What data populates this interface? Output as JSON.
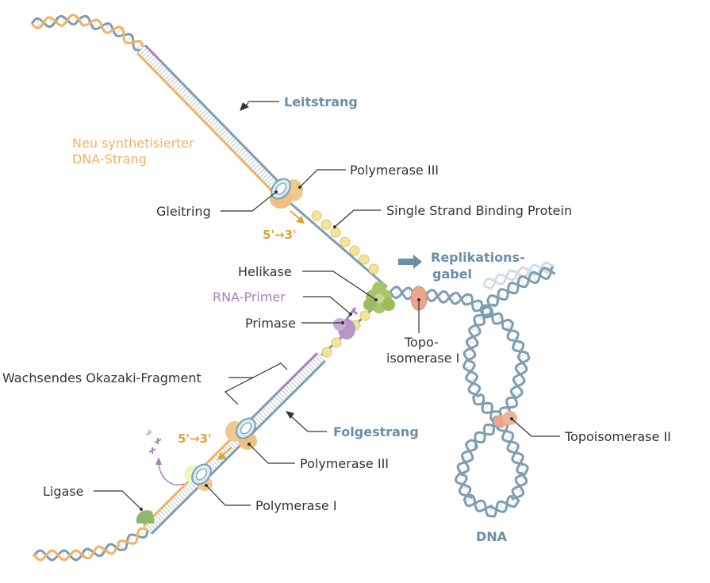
{
  "labels": {
    "leitstrang": "Leitstrang",
    "neu_line1": "Neu synthetisierter",
    "neu_line2": "DNA-Strang",
    "polymerase_iii_top": "Polymerase III",
    "gleitring": "Gleitring",
    "ssb": "Single Strand Binding Protein",
    "direction_top": "5'→3'",
    "replikation_line1": "Replikations-",
    "replikation_line2": "gabel",
    "helikase": "Helikase",
    "rna_primer": "RNA-Primer",
    "primase": "Primase",
    "topo_i_line1": "Topo-",
    "topo_i_line2": "isomerase I",
    "okazaki": "Wachsendes Okazaki-Fragment",
    "folgestrang": "Folgestrang",
    "direction_bottom": "5'→3'",
    "polymerase_iii_bottom": "Polymerase III",
    "topo_ii": "Topoisomerase II",
    "ligase": "Ligase",
    "polymerase_i": "Polymerase I",
    "dna": "DNA"
  },
  "colors": {
    "strand_blue": "#7f9db1",
    "strand_orange": "#f0b263",
    "strand_purple": "#a981b8",
    "label_blue": "#6b8ea6",
    "ssb_yellow": "#f3e49a",
    "helicase_green": "#a8c56a",
    "topo_salmon": "#eda58c",
    "polymerase_tan": "#f0c98e",
    "clamp_light_blue": "#d7ecf5",
    "ligase_green": "#8fb86d"
  }
}
